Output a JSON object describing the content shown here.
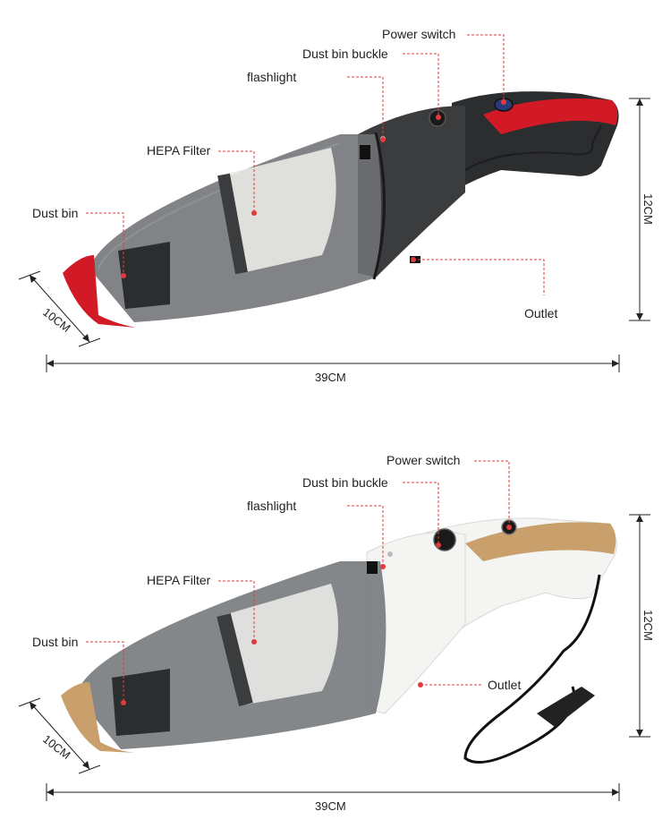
{
  "colors": {
    "leader_line": "#e23b3b",
    "dimension_line": "#222222",
    "red_trim": "#d11a26",
    "gold_trim": "#c9a06b",
    "body_dark": "#3a3c3e",
    "body_white": "#f4f4f2",
    "bin_smoke": "#6f7275"
  },
  "products": [
    {
      "variant": "red",
      "labels": {
        "power_switch": "Power switch",
        "dust_bin_buckle": "Dust bin buckle",
        "flashlight": "flashlight",
        "hepa_filter": "HEPA Filter",
        "dust_bin": "Dust bin",
        "outlet": "Outlet"
      },
      "dimensions": {
        "height": "12CM",
        "length": "39CM",
        "diameter": "10CM"
      }
    },
    {
      "variant": "gold",
      "labels": {
        "power_switch": "Power switch",
        "dust_bin_buckle": "Dust bin buckle",
        "flashlight": "flashlight",
        "hepa_filter": "HEPA Filter",
        "dust_bin": "Dust bin",
        "outlet": "Outlet"
      },
      "dimensions": {
        "height": "12CM",
        "length": "39CM",
        "diameter": "10CM"
      }
    }
  ]
}
